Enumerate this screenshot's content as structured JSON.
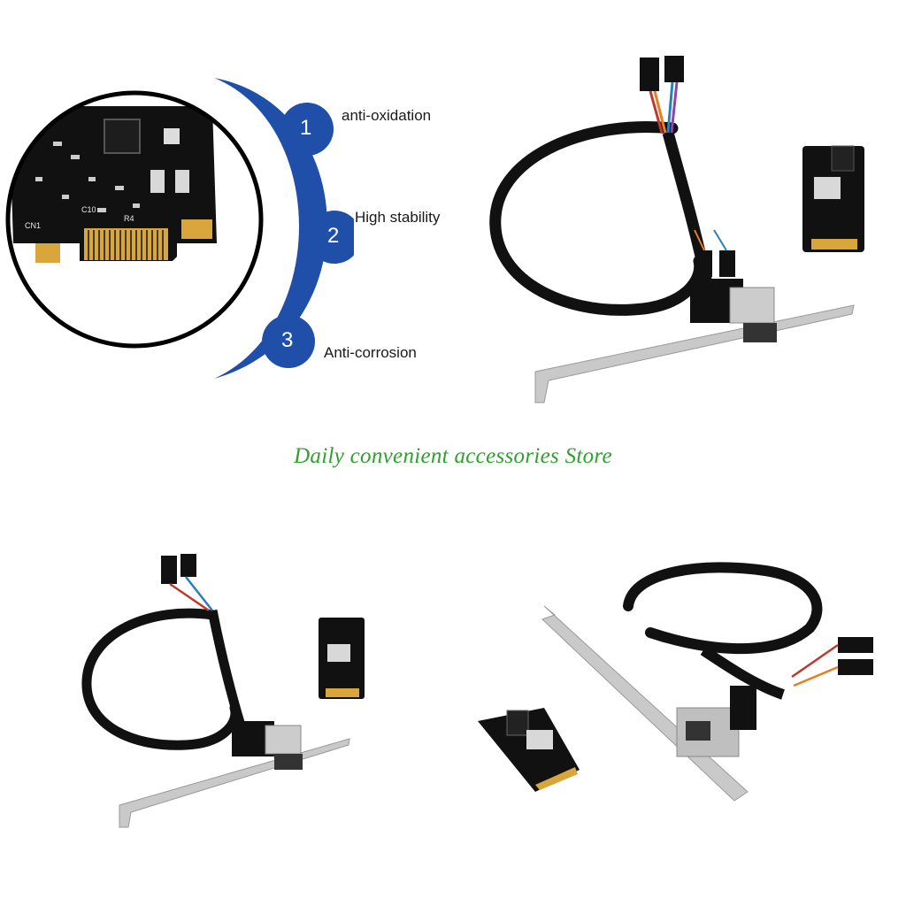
{
  "features": {
    "items": [
      {
        "number": "1",
        "label": "anti-oxidation"
      },
      {
        "number": "2",
        "label": "High stability"
      },
      {
        "number": "3",
        "label": "Anti-corrosion"
      }
    ]
  },
  "store": {
    "name": "Daily convenient accessories Store",
    "color": "#2fa12f"
  },
  "colors": {
    "badge_blue": "#1f4fa8",
    "pcb": "#111111",
    "gold": "#d8a63a",
    "bracket": "#c9c9c9"
  },
  "product_views": [
    {
      "name": "full-kit-view-1"
    },
    {
      "name": "full-kit-view-2"
    },
    {
      "name": "full-kit-view-3"
    }
  ]
}
